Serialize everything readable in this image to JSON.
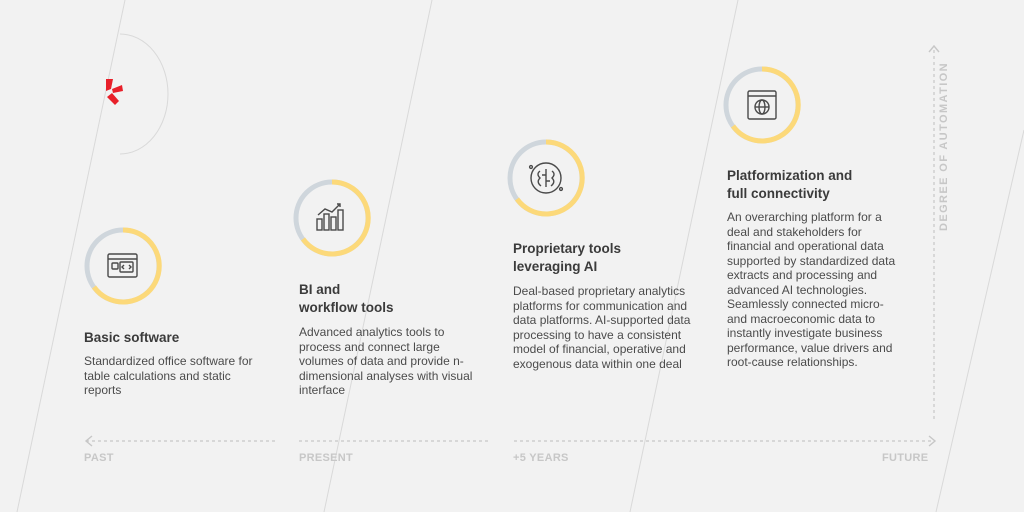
{
  "stages": [
    {
      "title": "Basic software",
      "description": "Standardized office software for table calculations and static reports",
      "icon": "software-window-icon"
    },
    {
      "title": "BI and\nworkflow tools",
      "description": "Advanced analytics tools to process and connect large volumes of data and provide n-dimensional analyses with visual interface",
      "icon": "bar-chart-icon"
    },
    {
      "title": "Proprietary tools\nleveraging AI",
      "description": "Deal-based proprietary analytics platforms for communication and data platforms. AI-supported data processing to have a consistent model of financial, operative and exogenous data within one deal",
      "icon": "ai-brain-icon"
    },
    {
      "title": "Platformization and\nfull connectivity",
      "description": "An overarching platform for a deal and stakeholders for financial and operational data supported by standardized data extracts and processing and advanced AI technologies. Seamlessly connected micro- and macroeconomic data to instantly investigate business performance, value drivers and root-cause relationships.",
      "icon": "web-platform-icon"
    }
  ],
  "timeline": {
    "past": "PAST",
    "present": "PRESENT",
    "plus5": "+5 YEARS",
    "future": "FUTURE"
  },
  "y_axis_label": "DEGREE OF AUTOMATION",
  "colors": {
    "background": "#f2f2f2",
    "ring_track": "#cfd6dc",
    "ring_accent": "#fcd97a",
    "logo_red": "#e8202a",
    "muted": "#c7c7c7"
  }
}
